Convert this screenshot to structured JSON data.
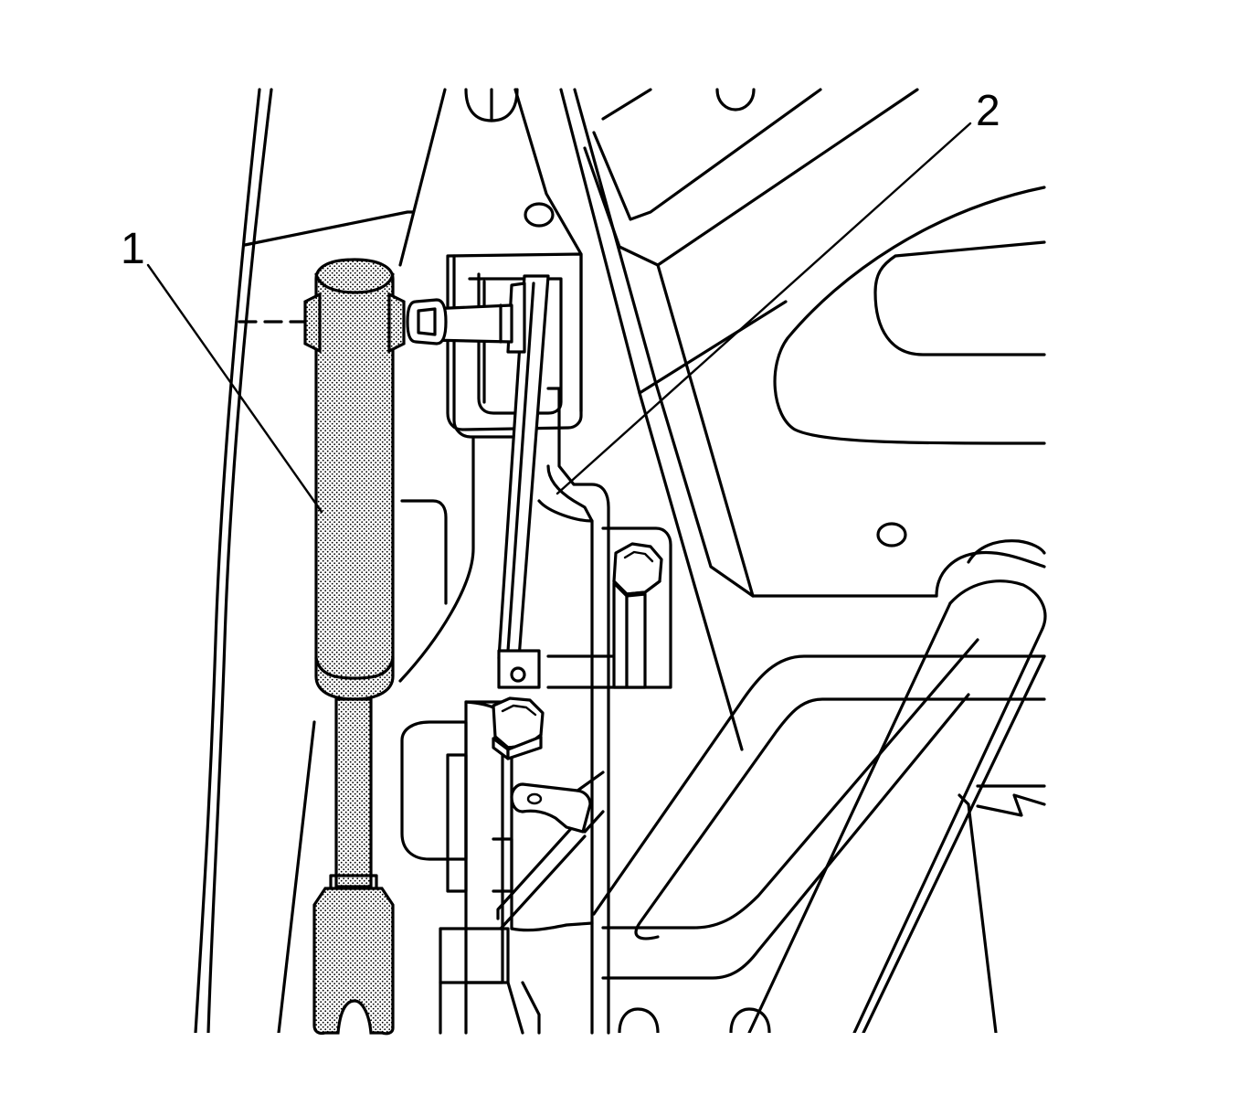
{
  "callouts": [
    {
      "id": "1",
      "label": "1"
    },
    {
      "id": "2",
      "label": "2"
    }
  ],
  "colors": {
    "line": "#000000",
    "background": "#ffffff",
    "stipple": "#000000"
  }
}
